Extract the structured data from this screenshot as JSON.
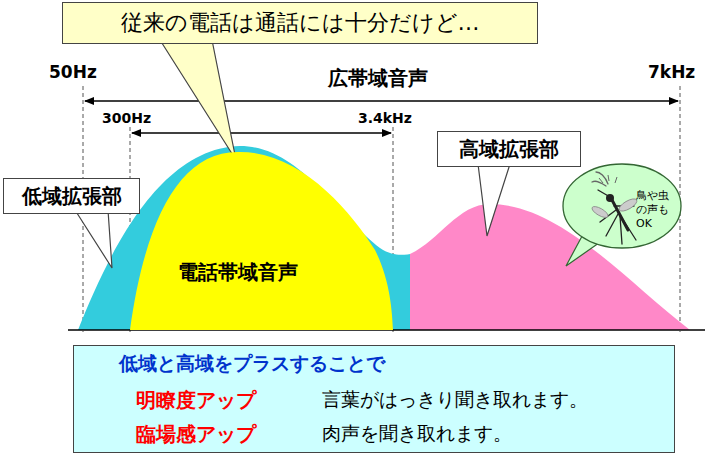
{
  "diagram": {
    "nodes": [
      {
        "text": [
          "従来の電話は通話には十分だけど…"
        ]
      },
      {
        "text": [
          "低域拡張部"
        ]
      },
      {
        "text": [
          "高域拡張部"
        ]
      },
      {
        "text": [
          "鳥や虫の声もOK"
        ]
      },
      {
        "text": [
          "電話帯域音声"
        ]
      },
      {
        "text": [
          "低域と高域をプラスすることで",
          "明瞭度アップ",
          "言葉がはっきり聞き取れます。",
          "臨場感アップ",
          "肉声を聞き取れます。"
        ]
      }
    ],
    "labels": [
      "50Hz",
      "7kHz",
      "広帯域音声",
      "300Hz",
      "3.4kHz"
    ]
  }
}
